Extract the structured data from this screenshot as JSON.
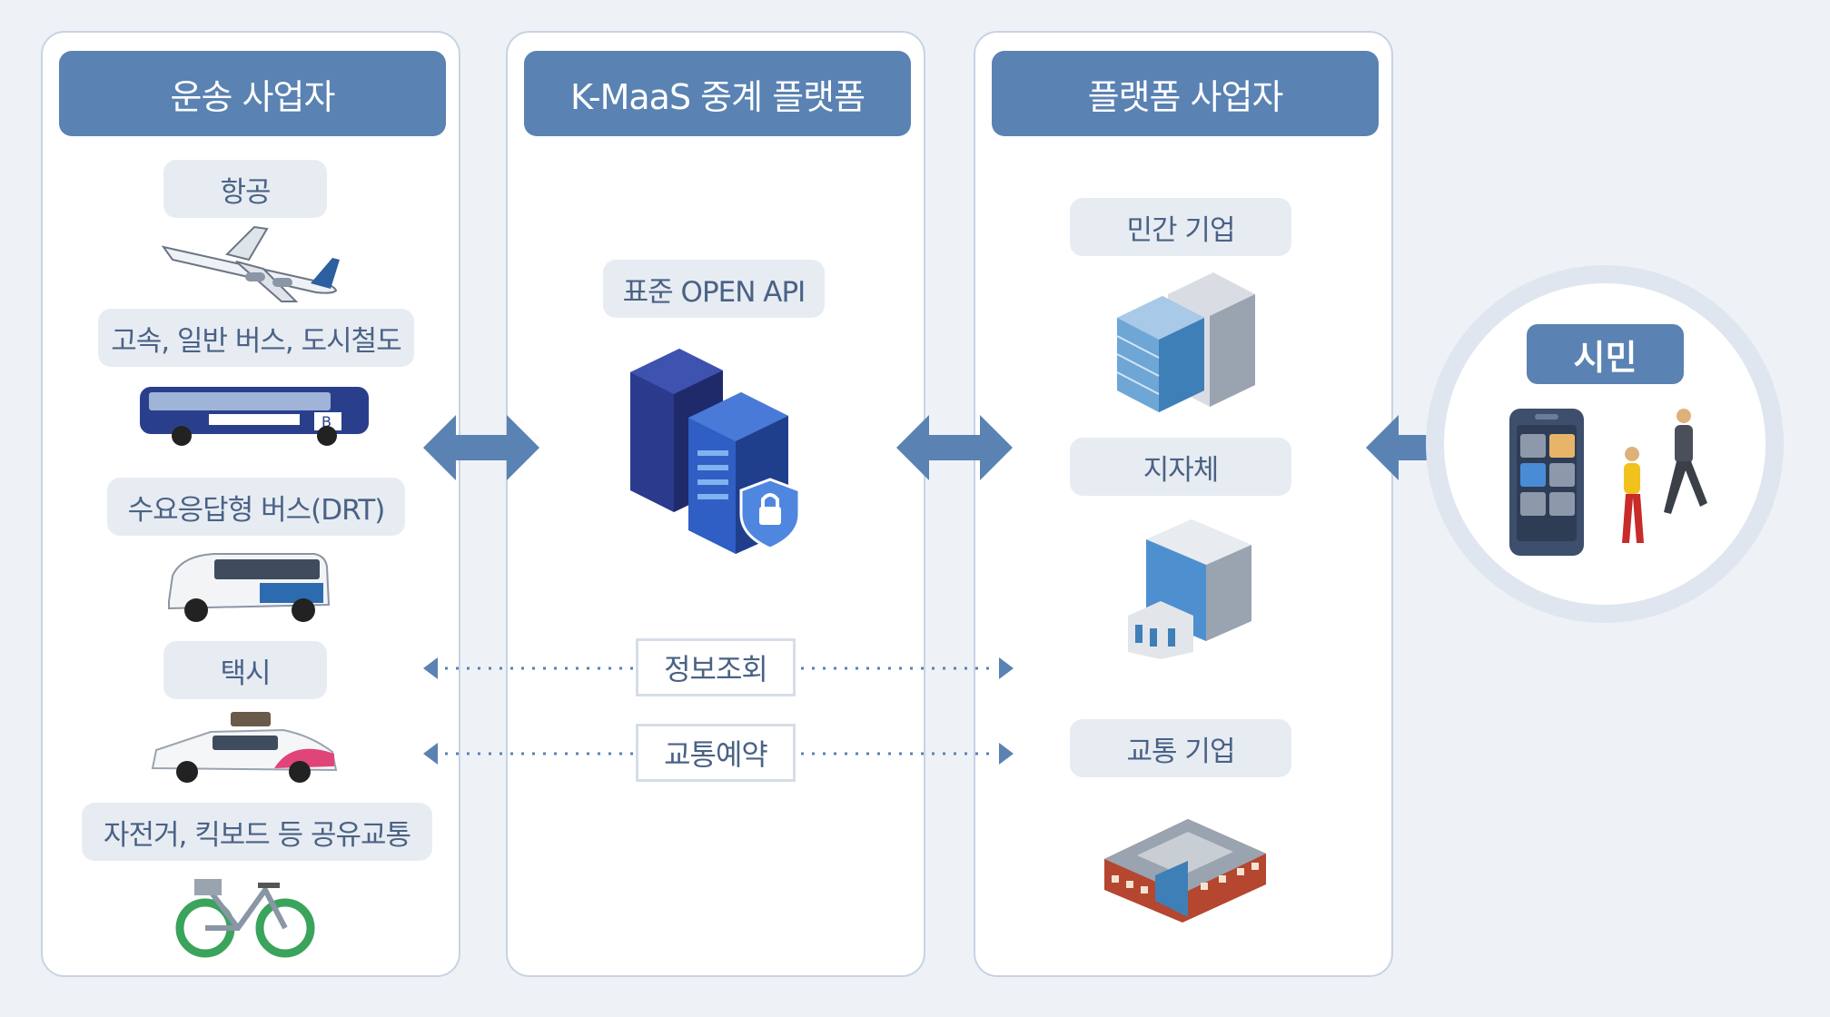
{
  "columns": {
    "operators": {
      "title": "운송 사업자",
      "items": [
        {
          "label": "항공",
          "icon": "airplane-icon"
        },
        {
          "label": "고속, 일반 버스, 도시철도",
          "icon": "bus-icon"
        },
        {
          "label": "수요응답형 버스(DRT)",
          "icon": "van-icon"
        },
        {
          "label": "택시",
          "icon": "taxi-icon"
        },
        {
          "label": "자전거, 킥보드 등 공유교통",
          "icon": "bicycle-icon"
        }
      ]
    },
    "platform": {
      "title": "K-MaaS 중계 플랫폼",
      "api_label": "표준 OPEN API",
      "icon": "server-icon"
    },
    "providers": {
      "title": "플랫폼 사업자",
      "items": [
        {
          "label": "민간 기업",
          "icon": "office-building-icon"
        },
        {
          "label": "지자체",
          "icon": "government-building-icon"
        },
        {
          "label": "교통 기업",
          "icon": "company-building-icon"
        }
      ]
    }
  },
  "flows": {
    "info_query": "정보조회",
    "reservation": "교통예약"
  },
  "citizen": {
    "label": "시민",
    "icon": "citizen-phone-icon"
  },
  "colors": {
    "accent": "#5a82b3",
    "pill_bg": "#e7ecf3",
    "pill_text": "#4a6285",
    "page_bg": "#eef2f7"
  }
}
